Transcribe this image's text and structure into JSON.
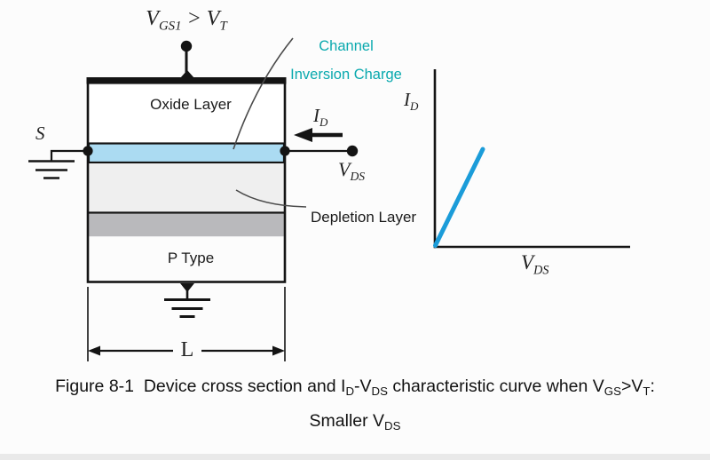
{
  "figure": {
    "device": {
      "gate_condition": {
        "v1": "V",
        "s1": "GS1",
        "op": " > ",
        "v2": "V",
        "s2": "T"
      },
      "oxide_label": "Oxide Layer",
      "substrate_label": "P Type",
      "source_label": "S",
      "length_label": "L",
      "current_label": {
        "base": "I",
        "sub": "D"
      },
      "drain_label": {
        "base": "V",
        "sub": "DS"
      },
      "depletion_callout": "Depletion Layer",
      "channel_callout_line1": "Channel",
      "channel_callout_line2": "Inversion Charge"
    },
    "graph": {
      "y_axis_label": {
        "base": "I",
        "sub": "D"
      },
      "x_axis_label": {
        "base": "V",
        "sub": "DS"
      }
    },
    "caption": {
      "line1": {
        "p1": "Figure 8-1  Device cross section and I",
        "s1": "D",
        "p2": "-V",
        "s2": "DS",
        "p3": " characteristic curve when V",
        "s3": "GS",
        "p4": ">V",
        "s4": "T",
        "p5": ":"
      },
      "line2": {
        "p1": "Smaller V",
        "s1": "DS"
      }
    }
  },
  "chart_data": {
    "type": "line",
    "title": "",
    "xlabel": "VDS",
    "ylabel": "ID",
    "x_units": "fraction of x-axis length (no ticks shown)",
    "y_units": "fraction of y-axis length (no ticks shown)",
    "series": [
      {
        "name": "ID vs VDS (VGS > VT, small VDS)",
        "x": [
          0,
          0.24
        ],
        "y": [
          0,
          0.56
        ]
      }
    ],
    "axis_ranges": "unlabeled qualitative axes starting at origin",
    "grid": false,
    "legend": "none",
    "notes": "Single straight steep line from the origin: linear (triode) region behavior for smaller VDS."
  },
  "colors": {
    "teal_text": "#0aa9ae",
    "curve_blue": "#1b9cd9",
    "channel_fill": "#abdbf2",
    "depletion_light": "#efefef",
    "depletion_dark": "#b9b9bc",
    "line_black": "#141414"
  }
}
